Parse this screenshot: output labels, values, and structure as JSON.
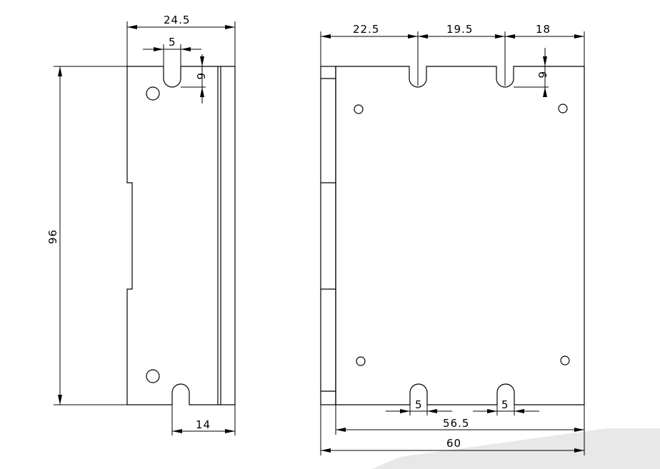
{
  "drawing": {
    "side_view": {
      "width_label": "24.5",
      "slot_width_label": "5",
      "slot_depth_label": "6",
      "height_label": "96",
      "bottom_offset_label": "14"
    },
    "front_view": {
      "top_left_label": "22.5",
      "top_middle_label": "19.5",
      "top_right_label": "18",
      "slot_depth_label": "6",
      "slot_left_width_label": "5",
      "slot_right_width_label": "5",
      "hole_spacing_label": "56.5",
      "overall_width_label": "60"
    }
  }
}
